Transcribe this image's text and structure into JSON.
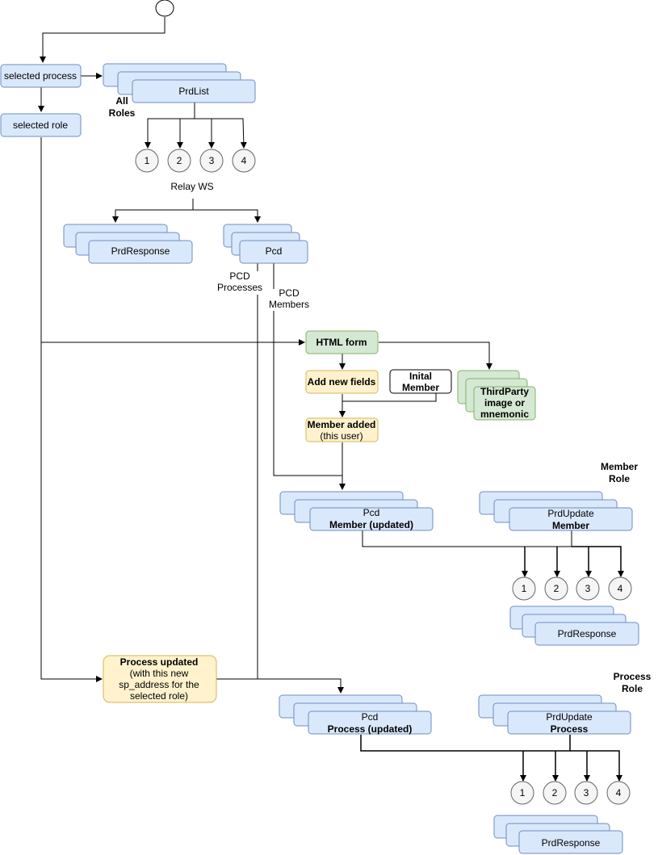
{
  "nodes": {
    "selected_process": "selected process",
    "selected_role": "selected role",
    "prdlist_top": "PrdList",
    "all_roles_1": "All",
    "all_roles_2": "Roles",
    "relay_ws": "Relay WS",
    "prdresponse_1": "PrdResponse",
    "pcd_1": "Pcd",
    "pcd_processes_1": "PCD",
    "pcd_processes_2": "Processes",
    "pcd_members_1": "PCD",
    "pcd_members_2": "Members",
    "html_form": "HTML form",
    "add_new_fields": "Add new fields",
    "initial_member_1": "Inital",
    "initial_member_2": "Member",
    "member_added_1": "Member added",
    "member_added_2": "(this user)",
    "thirdparty_1": "ThirdParty",
    "thirdparty_2": "image or",
    "thirdparty_3": "mnemonic",
    "member_role_1": "Member",
    "member_role_2": "Role",
    "pcd_member_1": "Pcd",
    "pcd_member_2": "Member (updated)",
    "prdupdate_member_1": "PrdUpdate",
    "prdupdate_member_2": "Member",
    "prdresponse_2": "PrdResponse",
    "process_updated_1": "Process updated",
    "process_updated_2": "(with this new",
    "process_updated_3": "sp_address for the",
    "process_updated_4": "selected role)",
    "process_role_1": "Process",
    "process_role_2": "Role",
    "pcd_process_1": "Pcd",
    "pcd_process_2": "Process (updated)",
    "prdupdate_process_1": "PrdUpdate",
    "prdupdate_process_2": "Process",
    "prdresponse_3": "PrdResponse"
  },
  "numbers": [
    "1",
    "2",
    "3",
    "4"
  ],
  "colors": {
    "blue_fill": "#dae8fc",
    "blue_stroke": "#6c8ebf",
    "green_fill": "#d5e8d4",
    "green_stroke": "#82b366",
    "yellow_fill": "#fff2cc",
    "yellow_stroke": "#d6b656",
    "circle_fill": "#f5f5f5",
    "circle_stroke": "#666666"
  }
}
